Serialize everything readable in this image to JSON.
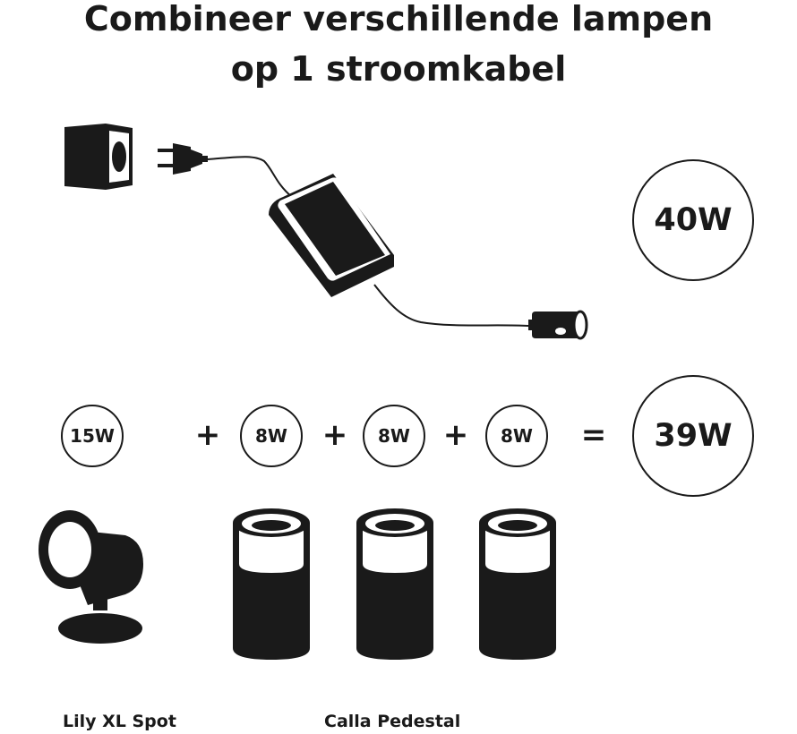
{
  "title": {
    "line1": "Combineer verschillende lampen",
    "line2": "op 1 stroomkabel"
  },
  "transformer": {
    "capacity": "40W"
  },
  "equation": {
    "lamp1": "15W",
    "lamp2": "8W",
    "lamp3": "8W",
    "lamp4": "8W",
    "plus": "+",
    "equals": "=",
    "total": "39W"
  },
  "products": {
    "spot": "Lily XL Spot",
    "pedestal": "Calla Pedestal"
  },
  "colors": {
    "ink": "#1a1a1a",
    "background": "#ffffff"
  },
  "icons": [
    "wall-socket-icon",
    "plug-icon",
    "power-adapter-icon",
    "cable-connector-icon",
    "spotlight-icon",
    "pedestal-lamp-icon"
  ]
}
